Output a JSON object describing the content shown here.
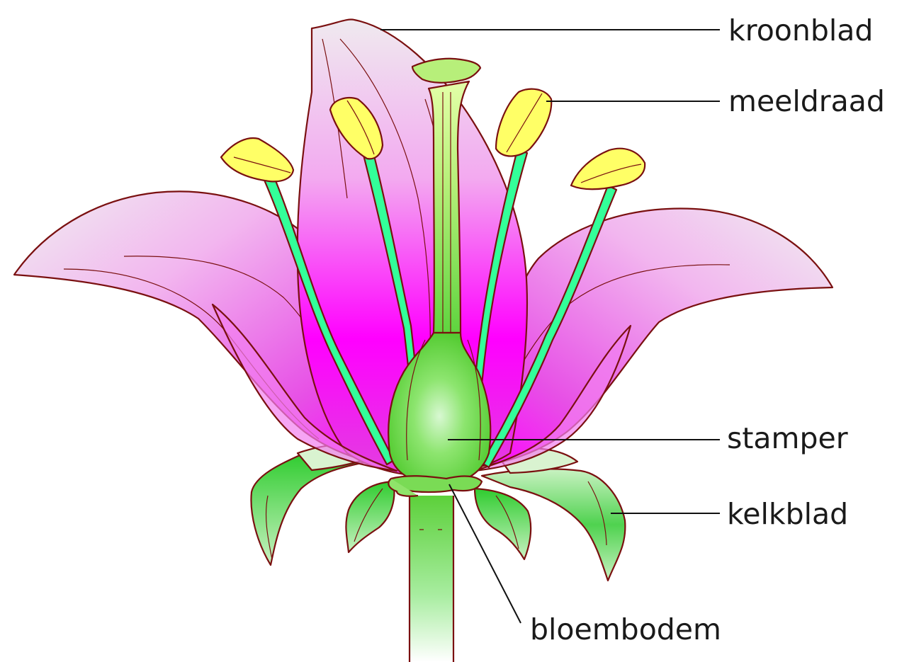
{
  "labels": {
    "kroonblad": "kroonblad",
    "meeldraad": "meeldraad",
    "stamper": "stamper",
    "kelkblad": "kelkblad",
    "bloembodem": "bloembodem"
  },
  "colors": {
    "petal_pink": "#ff00ff",
    "petal_light": "#ece9ec",
    "outline": "#7a1010",
    "stem_green": "#6fd64f",
    "filament_green": "#33ff99",
    "anther_yellow": "#ffff66"
  }
}
